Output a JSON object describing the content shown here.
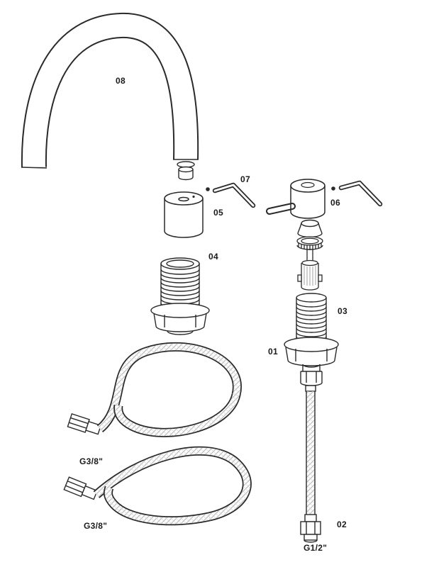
{
  "diagram": {
    "type": "exploded-parts-diagram",
    "subject": "faucet assembly parts",
    "labels": {
      "l08": "08",
      "l07": "07",
      "l05": "05",
      "l04": "04",
      "l06": "06",
      "l03": "03",
      "l01": "01",
      "l02": "02",
      "g38_a": "G3/8\"",
      "g38_b": "G3/8\"",
      "g12": "G1/2\""
    },
    "colors": {
      "line": "#2a2a2a",
      "braid": "#b5b5b5",
      "background": "#ffffff"
    }
  }
}
